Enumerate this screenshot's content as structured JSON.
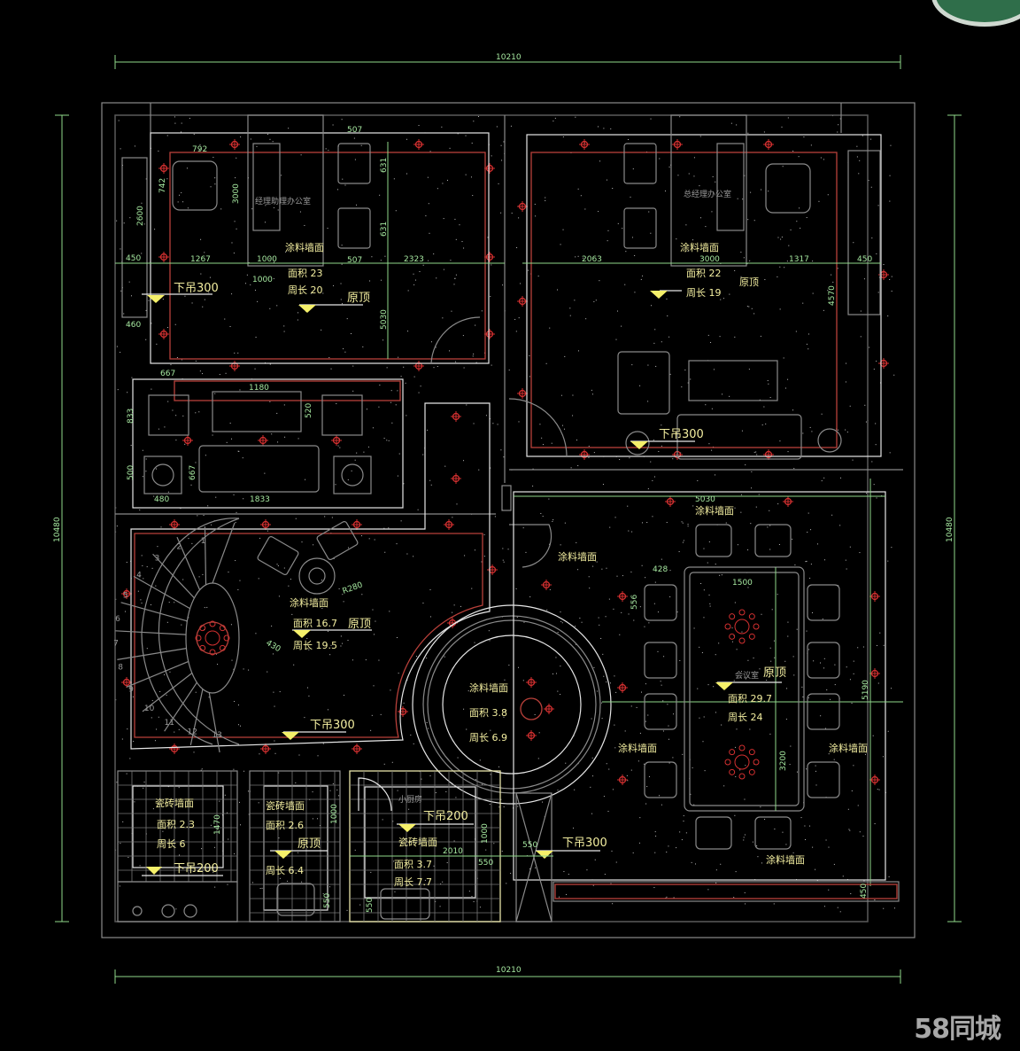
{
  "drawing": {
    "overall_dims": {
      "width": "10210",
      "height": "10480"
    },
    "colors": {
      "background": "#000000",
      "text": "#f3eea0",
      "dimension": "#a6e8a0",
      "wall": "#e6e6e6",
      "furniture": "#9a9a9a",
      "light": "#d43030",
      "ceiling_marker": "#f5f06a"
    },
    "office_1": {
      "name": "经理助理办公室",
      "wall": "涂料墙面",
      "area": "面积 23",
      "perimeter": "周长 20",
      "ceiling_orig": "原顶",
      "ceiling_drop": "下吊300",
      "dims": [
        "792",
        "742",
        "3000",
        "2600",
        "507",
        "631",
        "631",
        "507",
        "1267",
        "1000",
        "1000",
        "2323",
        "5030",
        "450",
        "460"
      ]
    },
    "office_2": {
      "name": "总经理办公室",
      "wall": "涂料墙面",
      "area": "面积 22",
      "ceiling_orig": "原顶",
      "perimeter": "周长 19",
      "ceiling_drop": "下吊300",
      "dims": [
        "2063",
        "3000",
        "1317",
        "450",
        "4570"
      ]
    },
    "living": {
      "dims": [
        "667",
        "1180",
        "833",
        "520",
        "500",
        "667",
        "480",
        "1833"
      ]
    },
    "lounge": {
      "wall": "涂料墙面",
      "area": "面积 16.7",
      "ceiling_orig": "原顶",
      "perimeter": "周长 19.5",
      "ceiling_drop": "下吊300",
      "dims": [
        "R280",
        "430"
      ],
      "stairs": [
        "1",
        "2",
        "3",
        "4",
        "5",
        "6",
        "7",
        "8",
        "9",
        "10",
        "11",
        "12",
        "13"
      ]
    },
    "rotunda": {
      "wall": "涂料墙面",
      "area": "面积 3.8",
      "perimeter": "周长 6.9"
    },
    "corridor": {
      "wall": "涂料墙面",
      "ceiling_drop": "下吊300",
      "dims": [
        "550"
      ]
    },
    "meeting": {
      "name": "会议室",
      "wall_top": "涂料墙面",
      "wall_left": "涂料墙面",
      "wall_right": "涂料墙面",
      "wall_bottom": "涂料墙面",
      "ceiling_orig": "原顶",
      "area": "面积 29.7",
      "perimeter": "周长 24",
      "dims": [
        "5030",
        "428",
        "556",
        "1500",
        "3200",
        "5190",
        "450"
      ]
    },
    "bath_1": {
      "wall": "瓷砖墙面",
      "area": "面积 2.3",
      "perimeter": "周长 6",
      "ceiling_drop": "下吊200",
      "dims": [
        "1470"
      ]
    },
    "bath_2": {
      "wall": "瓷砖墙面",
      "area": "面积 2.6",
      "ceiling_orig": "原顶",
      "perimeter": "周长 6.4",
      "dims": [
        "1000",
        "550"
      ]
    },
    "kitchen": {
      "name": "小厨房",
      "wall": "瓷砖墙面",
      "ceiling_drop": "下吊200",
      "area": "面积 3.7",
      "perimeter": "周长 7.7",
      "dims": [
        "2010",
        "1000",
        "550",
        "550"
      ]
    }
  },
  "watermark": "58同城"
}
